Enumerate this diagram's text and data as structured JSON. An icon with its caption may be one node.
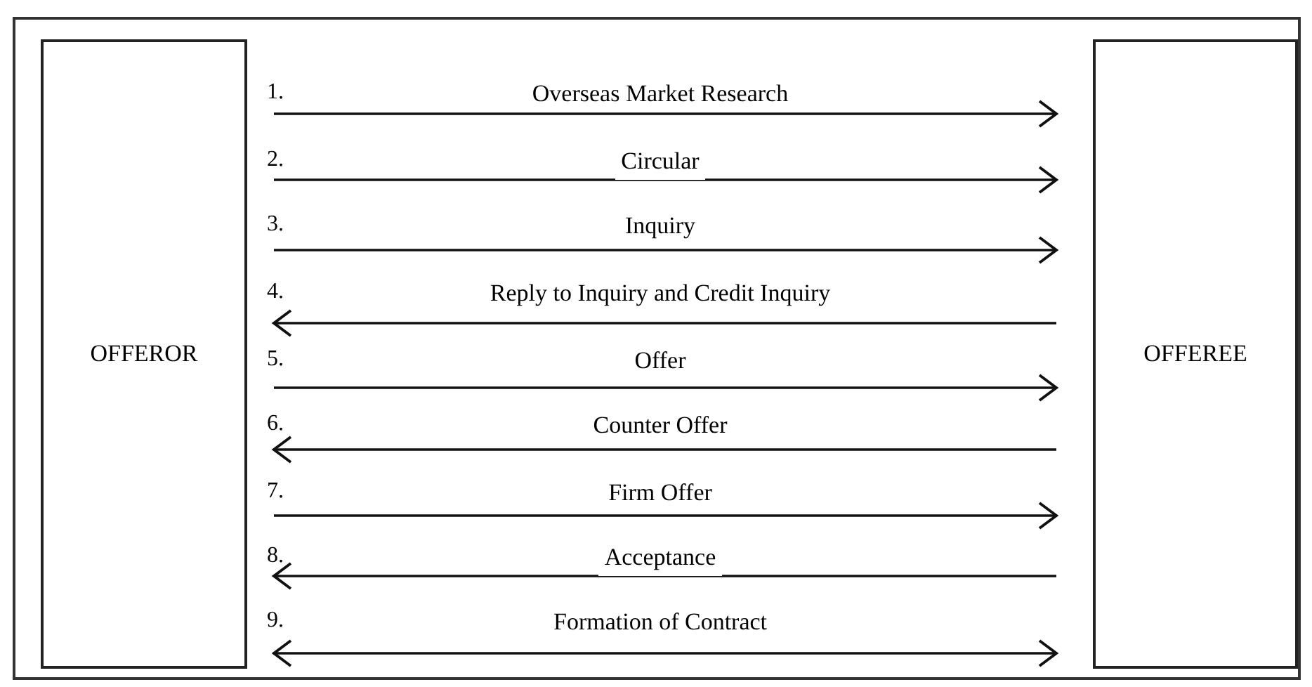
{
  "diagram": {
    "nodes": [
      {
        "text": [
          "OFFEROR"
        ]
      },
      {
        "text": [
          "OFFEREE"
        ]
      }
    ],
    "edges": [
      {
        "from": 0,
        "to": 1,
        "arrow": "to",
        "label": "Overseas Market Research"
      },
      {
        "from": 0,
        "to": 1,
        "arrow": "to",
        "label": "Circular"
      },
      {
        "from": 0,
        "to": 1,
        "arrow": "to",
        "label": "Inquiry"
      },
      {
        "from": 1,
        "to": 0,
        "arrow": "to",
        "label": "Reply to Inquiry and Credit Inquiry"
      },
      {
        "from": 0,
        "to": 1,
        "arrow": "to",
        "label": "Offer"
      },
      {
        "from": 1,
        "to": 0,
        "arrow": "to",
        "label": "Counter Offer"
      },
      {
        "from": 0,
        "to": 1,
        "arrow": "to",
        "label": "Firm Offer"
      },
      {
        "from": 1,
        "to": 0,
        "arrow": "to",
        "label": "Acceptance"
      },
      {
        "from": 0,
        "to": 1,
        "arrow": "both",
        "label": "Formation of Contract"
      }
    ],
    "labels": [
      "1.",
      "2.",
      "3.",
      "4.",
      "5.",
      "6.",
      "7.",
      "8.",
      "9."
    ]
  }
}
